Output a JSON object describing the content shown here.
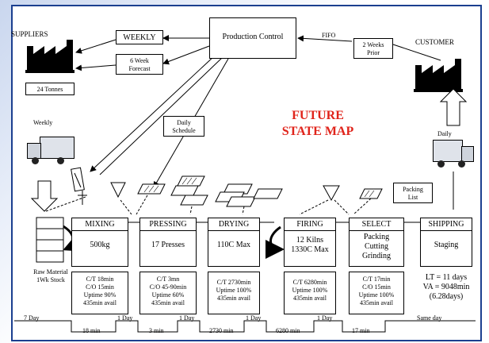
{
  "top": {
    "suppliers": "SUPPLIERS",
    "customer": "CUSTOMER",
    "production_control": "Production Control",
    "weekly_box": "WEEKLY",
    "forecast_box": [
      "6 Week",
      "Forecast"
    ],
    "fifo": "FIFO",
    "two_weeks": [
      "2 Weeks",
      "Prior"
    ],
    "tonnes": "24 Tonnes",
    "weekly_left": "Weekly",
    "daily_schedule": [
      "Daily",
      "Schedule"
    ],
    "title": [
      "FUTURE",
      "STATE MAP"
    ],
    "daily_right": "Daily",
    "packing_list": [
      "Packing",
      "List"
    ]
  },
  "processes": [
    {
      "name": "MIXING",
      "body": [
        "500kg"
      ],
      "data": [
        "C/T 18min",
        "C/O 15min",
        "Uptime 90%",
        "435min avail"
      ]
    },
    {
      "name": "PRESSING",
      "body": [
        "17 Presses"
      ],
      "data": [
        "C/T 3mn",
        "C/O 45-90min",
        "Uptime 60%",
        "435min avail"
      ]
    },
    {
      "name": "DRYING",
      "body": [
        "110C Max"
      ],
      "data": [
        "C/T 2730min",
        "Uptime 100%",
        "435min avail"
      ]
    },
    {
      "name": "FIRING",
      "body": [
        "12 Kilns",
        "1330C Max"
      ],
      "data": [
        "C/T 6280min",
        "Uptime 100%",
        "435min avail"
      ]
    },
    {
      "name": "SELECT",
      "body": [
        "Packing",
        "Cutting",
        "Grinding"
      ],
      "data": [
        "C/T 17min",
        "C/O 15min",
        "Uptime 100%",
        "435min avail"
      ]
    },
    {
      "name": "SHIPPING",
      "body": [
        "Staging"
      ],
      "data": []
    }
  ],
  "raw_material": [
    "Raw Material",
    "1Wk Stock"
  ],
  "summary": [
    "LT = 11 days",
    "VA = 9048min",
    "(6.28days)"
  ],
  "timeline": {
    "days": [
      "7 Day",
      "1 Day",
      "1 Day",
      "1 Day",
      "1 Day",
      "Same day"
    ],
    "mins": [
      "18 min",
      "3 min",
      "2730 min",
      "6280 min",
      "17 min"
    ]
  }
}
